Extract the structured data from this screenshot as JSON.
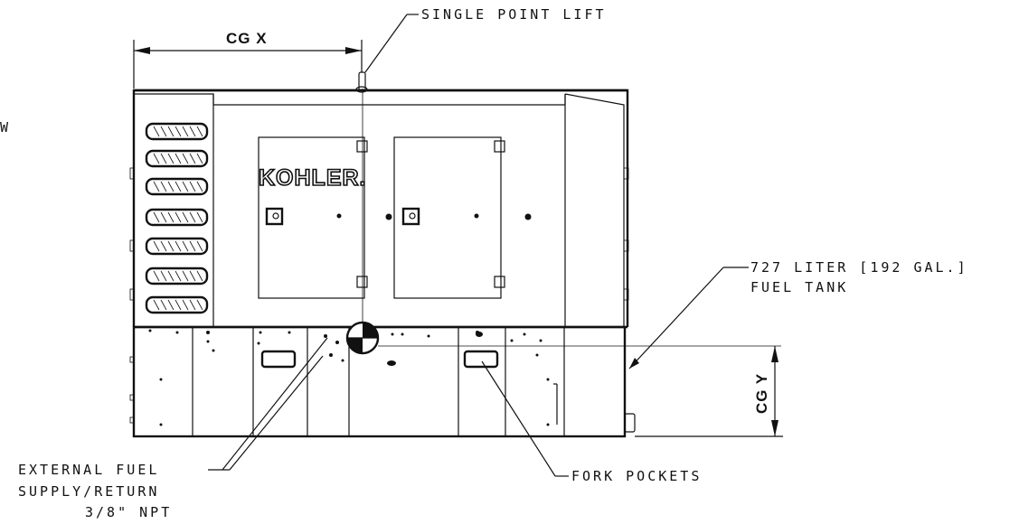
{
  "labels": {
    "cg_x": "CG X",
    "cg_y": "CG Y",
    "single_point_lift": "SINGLE POINT LIFT",
    "fuel_tank_line1": "727 LITER [192 GAL.]",
    "fuel_tank_line2": "FUEL TANK",
    "fork_pockets": "FORK POCKETS",
    "external_fuel_line1": "EXTERNAL FUEL",
    "external_fuel_line2": "SUPPLY/RETURN",
    "external_fuel_line3": "3/8\" NPT",
    "edge_fragment": "W"
  },
  "logo": {
    "text": "KOHLER."
  }
}
